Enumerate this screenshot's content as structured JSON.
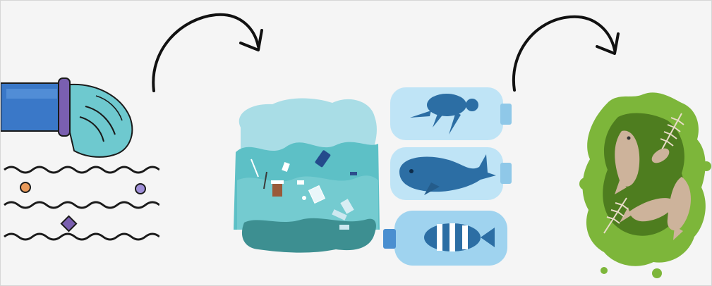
{
  "figure": {
    "stages": [
      {
        "id": "pipe-discharge",
        "icon": "sewage-pipe-icon"
      },
      {
        "id": "plastic-ocean",
        "icon": "polluted-ocean-icon"
      },
      {
        "id": "bottled-marine-life",
        "icon": "animals-in-bottles-icon"
      },
      {
        "id": "dead-fish-algae",
        "icon": "algal-bloom-dead-fish-icon"
      }
    ],
    "arrows": [
      "curved-arrow-icon",
      "curved-arrow-icon"
    ],
    "colors": {
      "pipe_blue": "#3a78c8",
      "pipe_ring": "#7a5fb0",
      "water_teal": "#6ec9cf",
      "ocean_light": "#a9dde6",
      "ocean_mid": "#5dc0c6",
      "ocean_dark": "#3d8f91",
      "bottle_blue": "#bfe4f6",
      "animal_blue": "#2c6ea4",
      "algae_green": "#7db63a",
      "algae_dark": "#4e7d1f",
      "fish_tan": "#cdb39b",
      "arrow_black": "#111111"
    }
  }
}
